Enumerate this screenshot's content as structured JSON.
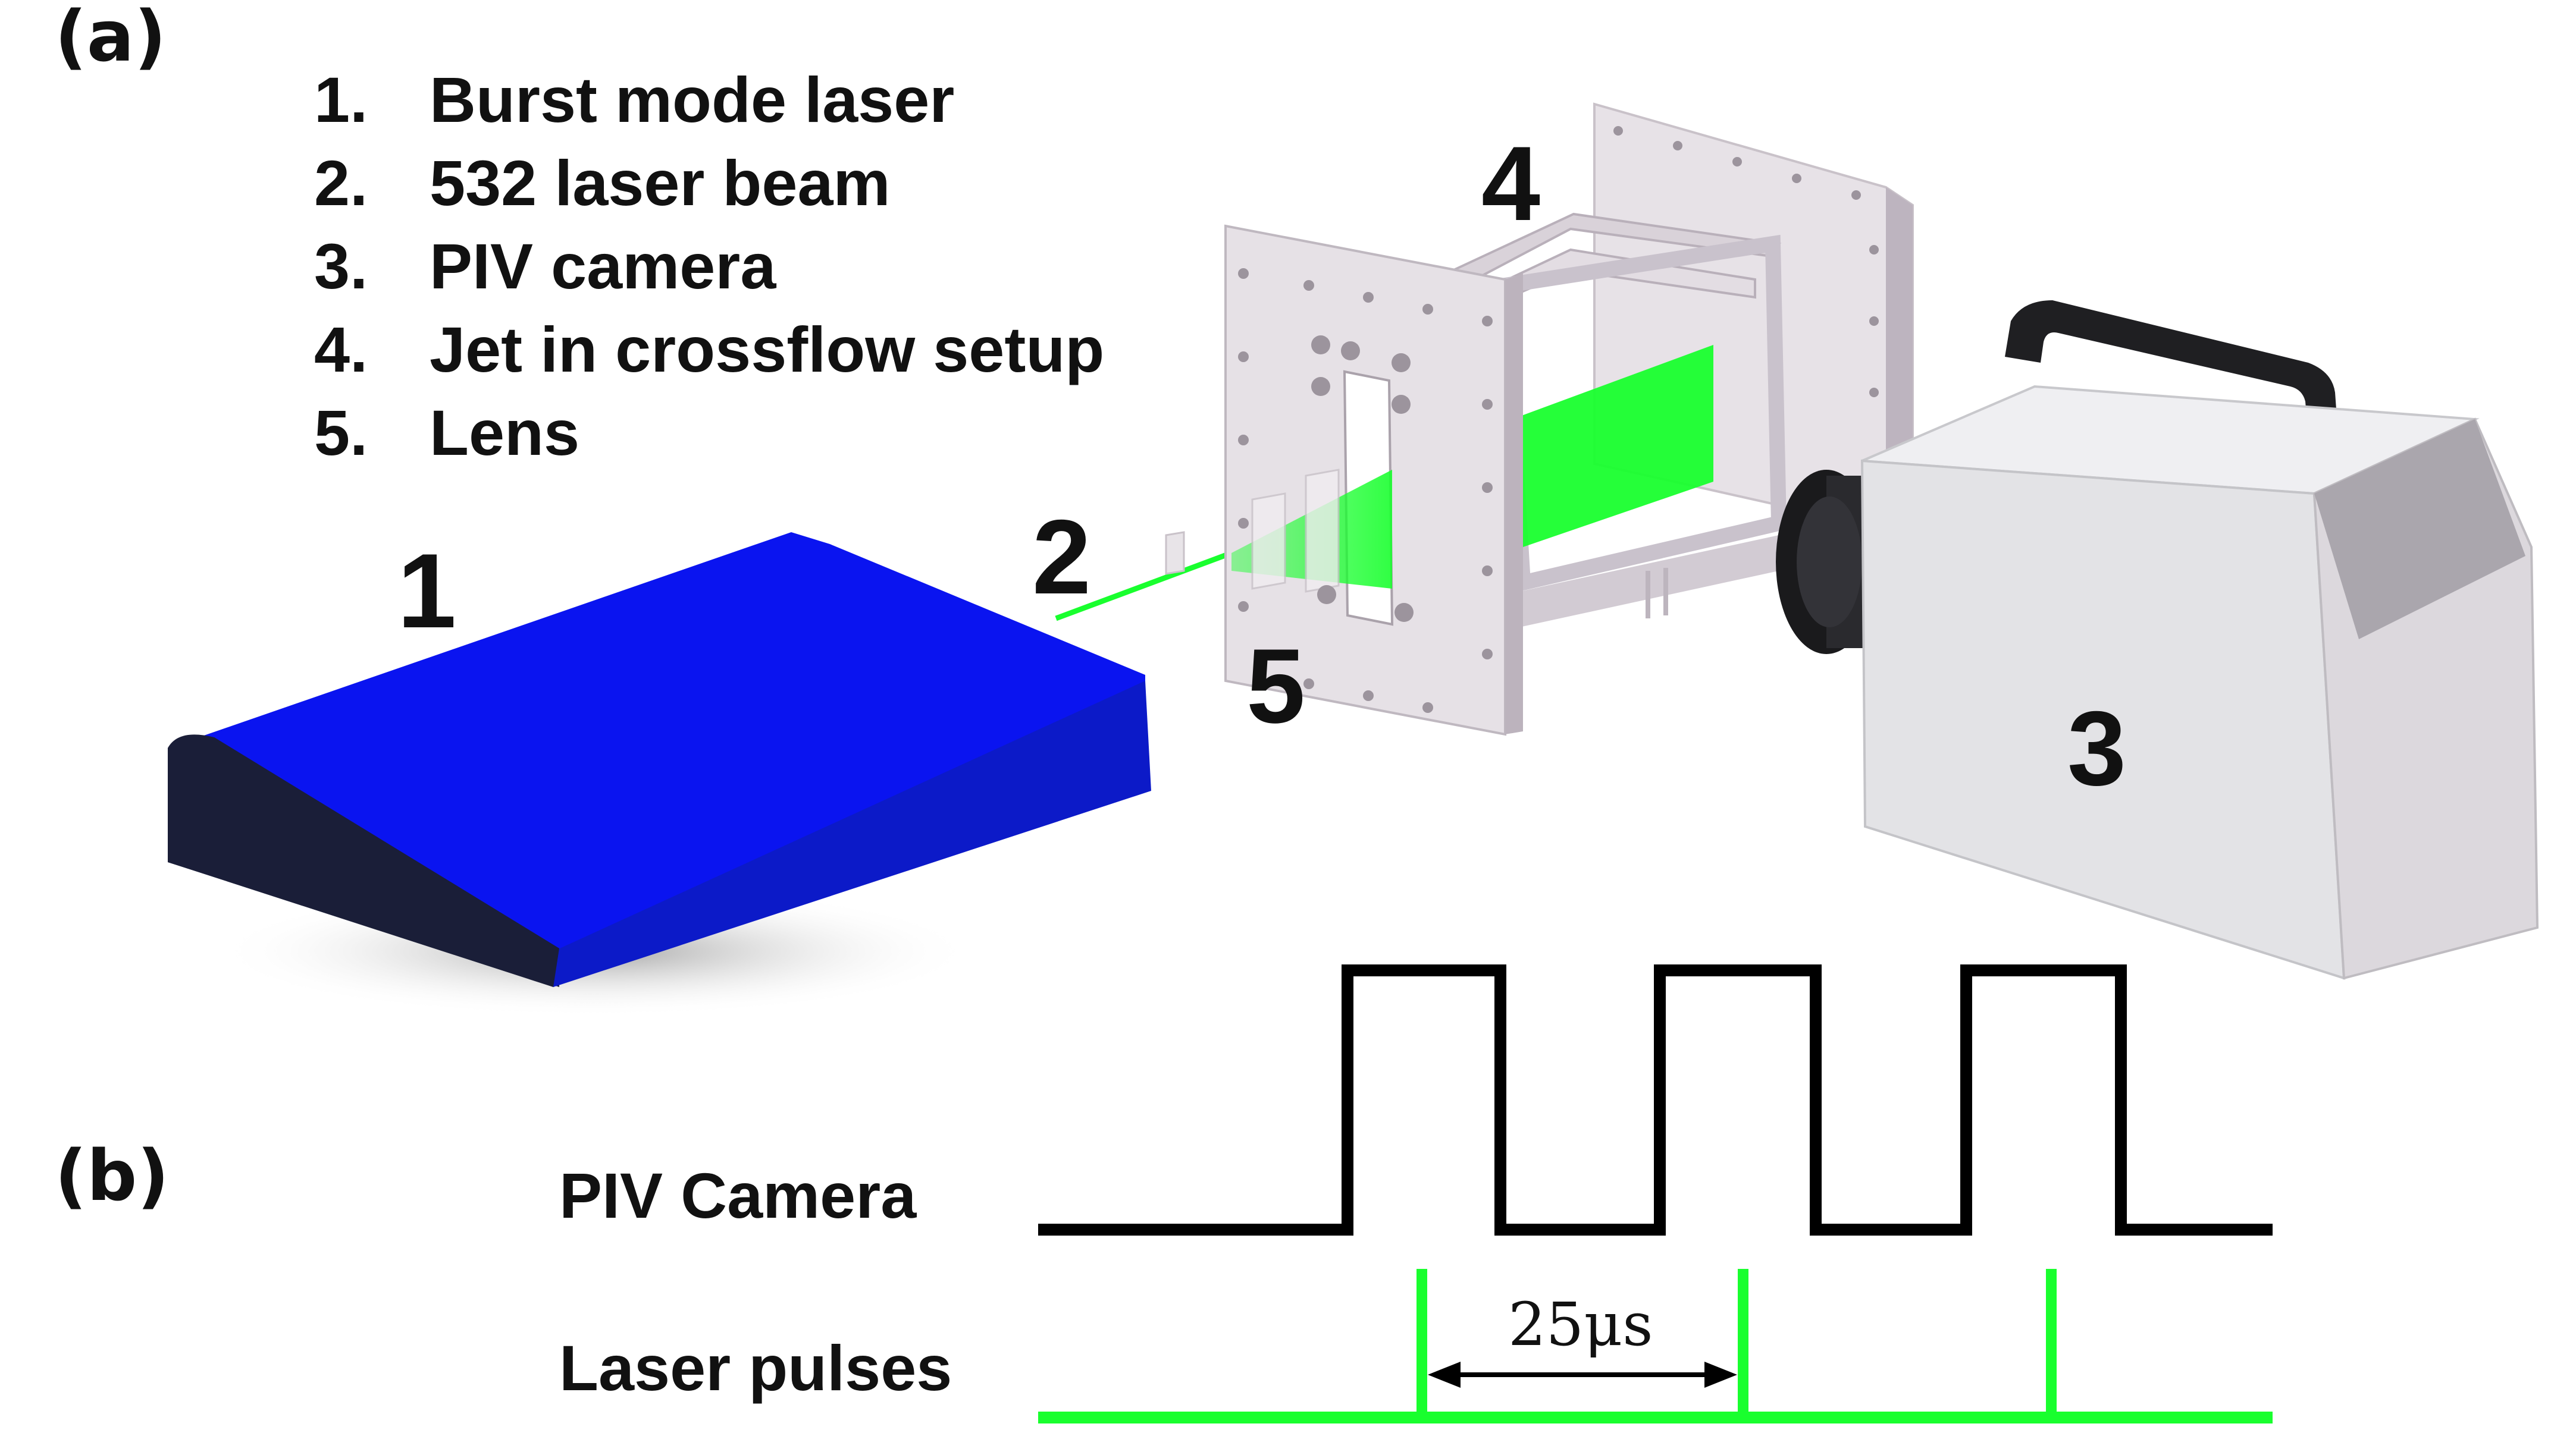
{
  "panels": {
    "a": "(a)",
    "b": "(b)"
  },
  "legend": [
    {
      "num": "1.",
      "text": "Burst mode laser"
    },
    {
      "num": "2.",
      "text": "532 laser beam"
    },
    {
      "num": "3.",
      "text": "PIV camera"
    },
    {
      "num": "4.",
      "text": "Jet in crossflow setup"
    },
    {
      "num": "5.",
      "text": "Lens"
    }
  ],
  "callouts": {
    "laser": "1",
    "beam": "2",
    "camera": "3",
    "setup": "4",
    "lens": "5"
  },
  "timing": {
    "camera_label": "PIV Camera",
    "laser_label": "Laser pulses",
    "interval_label": "25μs",
    "camera_pulses": 3,
    "laser_pulses": 3
  },
  "colors": {
    "laser_top": "#0a14f0",
    "laser_front": "#1e2140",
    "beam_green": "#19ff2e",
    "frame_gray": "#dcd6dc",
    "camera_body": "#e6e6ea",
    "signal_black": "#000000",
    "signal_green": "#19ff2e"
  }
}
